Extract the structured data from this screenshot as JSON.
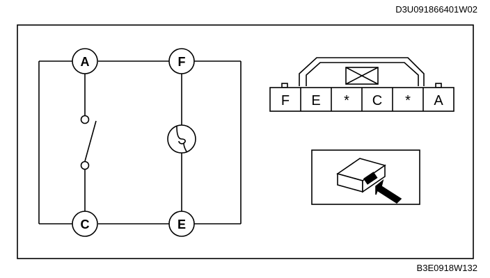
{
  "header": {
    "code": "D3U091866401W02"
  },
  "footer": {
    "code": "B3E0918W132"
  },
  "circuit": {
    "nodes": {
      "a": "A",
      "f": "F",
      "c": "C",
      "e": "E"
    }
  },
  "connector": {
    "pins": [
      "F",
      "E",
      "*",
      "C",
      "*",
      "A"
    ]
  }
}
